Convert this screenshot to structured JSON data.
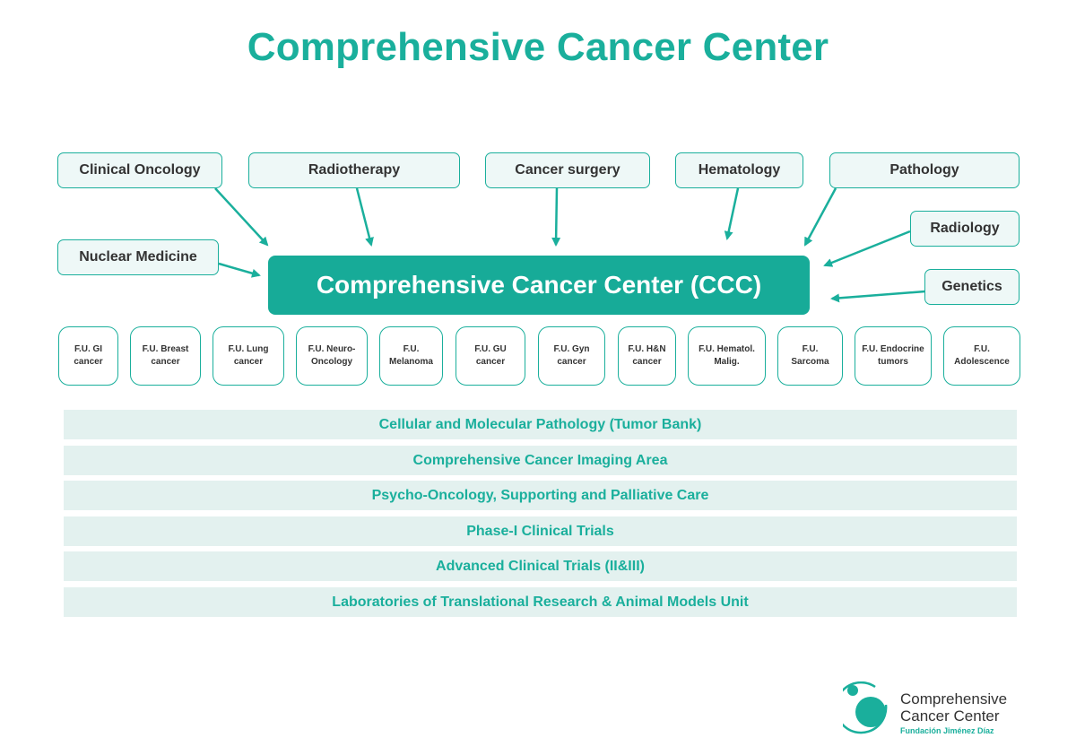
{
  "title": "Comprehensive Cancer Center",
  "center_label": "Comprehensive Cancer Center (CCC)",
  "departments": [
    "Clinical Oncology",
    "Radiotherapy",
    "Cancer surgery",
    "Hematology",
    "Pathology",
    "Radiology",
    "Genetics",
    "Nuclear Medicine"
  ],
  "functional_units": [
    {
      "line1": "F.U. GI",
      "line2": "cancer"
    },
    {
      "line1": "F.U. Breast",
      "line2": "cancer"
    },
    {
      "line1": "F.U. Lung",
      "line2": "cancer"
    },
    {
      "line1": "F.U. Neuro-",
      "line2": "Oncology"
    },
    {
      "line1": "F.U.",
      "line2": "Melanoma"
    },
    {
      "line1": "F.U. GU",
      "line2": "cancer"
    },
    {
      "line1": "F.U. Gyn",
      "line2": "cancer"
    },
    {
      "line1": "F.U. H&N",
      "line2": "cancer"
    },
    {
      "line1": "F.U. Hematol.",
      "line2": "Malig."
    },
    {
      "line1": "F.U.",
      "line2": "Sarcoma"
    },
    {
      "line1": "F.U. Endocrine",
      "line2": "tumors"
    },
    {
      "line1": "F.U.",
      "line2": "Adolescence"
    }
  ],
  "support_areas": [
    "Cellular and Molecular Pathology (Tumor Bank)",
    "Comprehensive Cancer Imaging Area",
    "Psycho-Oncology, Supporting and Palliative Care",
    "Phase-I Clinical Trials",
    "Advanced Clinical Trials (II&III)",
    "Laboratories of Translational Research & Animal Models Unit"
  ],
  "logo": {
    "line1": "Comprehensive",
    "line2": "Cancer Center",
    "line3": "Fundación Jiménez Díaz"
  },
  "colors": {
    "accent": "#1aaf9c",
    "center_fill": "#17ab98",
    "bar_fill": "#e3f1ef"
  }
}
